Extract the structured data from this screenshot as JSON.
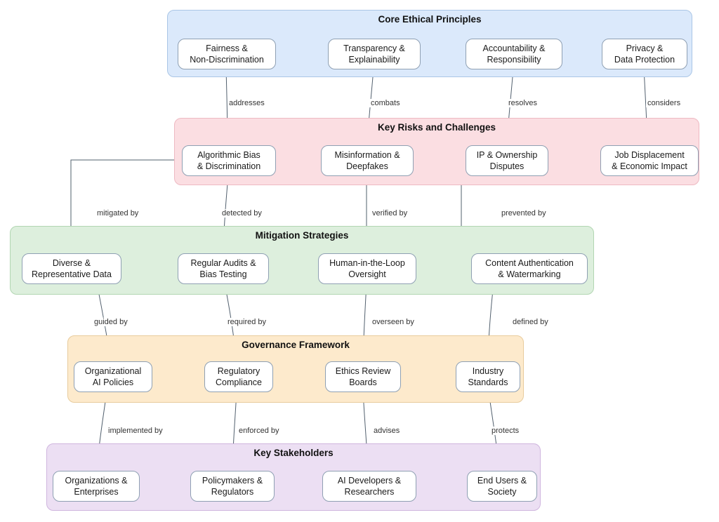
{
  "diagram": {
    "bands": [
      {
        "title": "Core Ethical Principles",
        "color": "#dbe9fb",
        "nodes": [
          {
            "label": "Fairness &\nNon-Discrimination"
          },
          {
            "label": "Transparency &\nExplainability"
          },
          {
            "label": "Accountability &\nResponsibility"
          },
          {
            "label": "Privacy &\nData Protection"
          }
        ]
      },
      {
        "title": "Key Risks and Challenges",
        "color": "#fbdee2",
        "nodes": [
          {
            "label": "Algorithmic Bias\n& Discrimination"
          },
          {
            "label": "Misinformation &\nDeepfakes"
          },
          {
            "label": "IP & Ownership\nDisputes"
          },
          {
            "label": "Job Displacement\n& Economic Impact"
          }
        ]
      },
      {
        "title": "Mitigation Strategies",
        "color": "#ddefdd",
        "nodes": [
          {
            "label": "Diverse &\nRepresentative Data"
          },
          {
            "label": "Regular Audits &\nBias Testing"
          },
          {
            "label": "Human-in-the-Loop\nOversight"
          },
          {
            "label": "Content Authentication\n& Watermarking"
          }
        ]
      },
      {
        "title": "Governance Framework",
        "color": "#fdeacc",
        "nodes": [
          {
            "label": "Organizational\nAI Policies"
          },
          {
            "label": "Regulatory\nCompliance"
          },
          {
            "label": "Ethics Review\nBoards"
          },
          {
            "label": "Industry\nStandards"
          }
        ]
      },
      {
        "title": "Key Stakeholders",
        "color": "#ecdff3",
        "nodes": [
          {
            "label": "Organizations &\nEnterprises"
          },
          {
            "label": "Policymakers &\nRegulators"
          },
          {
            "label": "AI Developers &\nResearchers"
          },
          {
            "label": "End Users &\nSociety"
          }
        ]
      }
    ],
    "edges": [
      {
        "label": "addresses",
        "from": "Fairness & Non-Discrimination",
        "to": "Algorithmic Bias & Discrimination"
      },
      {
        "label": "combats",
        "from": "Transparency & Explainability",
        "to": "Misinformation & Deepfakes"
      },
      {
        "label": "resolves",
        "from": "Accountability & Responsibility",
        "to": "IP & Ownership Disputes"
      },
      {
        "label": "considers",
        "from": "Privacy & Data Protection",
        "to": "Job Displacement & Economic Impact"
      },
      {
        "label": "mitigated by",
        "from": "Algorithmic Bias & Discrimination",
        "to": "Diverse & Representative Data"
      },
      {
        "label": "detected by",
        "from": "Algorithmic Bias & Discrimination",
        "to": "Regular Audits & Bias Testing"
      },
      {
        "label": "verified by",
        "from": "Misinformation & Deepfakes",
        "to": "Human-in-the-Loop Oversight"
      },
      {
        "label": "prevented by",
        "from": "Misinformation & Deepfakes",
        "to": "Content Authentication & Watermarking"
      },
      {
        "label": "guided by",
        "from": "Diverse & Representative Data",
        "to": "Organizational AI Policies"
      },
      {
        "label": "required by",
        "from": "Regular Audits & Bias Testing",
        "to": "Regulatory Compliance"
      },
      {
        "label": "overseen by",
        "from": "Human-in-the-Loop Oversight",
        "to": "Ethics Review Boards"
      },
      {
        "label": "defined by",
        "from": "Content Authentication & Watermarking",
        "to": "Industry Standards"
      },
      {
        "label": "implemented by",
        "from": "Organizational AI Policies",
        "to": "Organizations & Enterprises"
      },
      {
        "label": "enforced by",
        "from": "Regulatory Compliance",
        "to": "Policymakers & Regulators"
      },
      {
        "label": "advises",
        "from": "Ethics Review Boards",
        "to": "AI Developers & Researchers"
      },
      {
        "label": "protects",
        "from": "Industry Standards",
        "to": "End Users & Society"
      }
    ],
    "arrow_color": "#44505e"
  }
}
